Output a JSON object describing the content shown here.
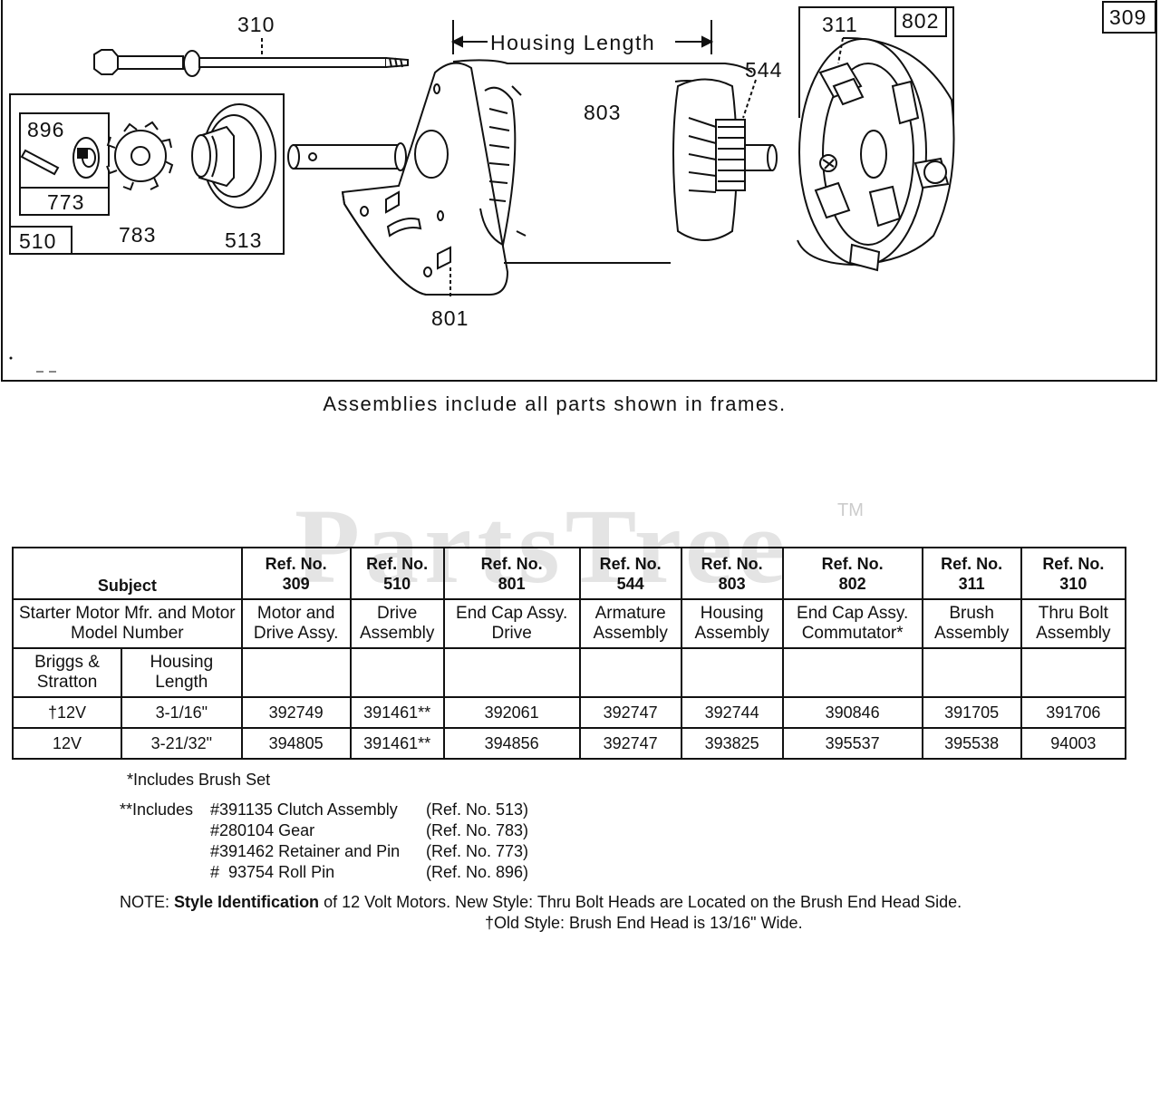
{
  "diagram": {
    "page_ref": "309",
    "housing_length_label": "Housing Length",
    "labels": {
      "thru_bolt": "310",
      "brush": "311",
      "end_cap_commutator": "802",
      "armature": "544",
      "housing": "803",
      "end_cap_drive": "801",
      "roll_pin": "896",
      "retainer_pin": "773",
      "drive_assembly": "510",
      "gear": "783",
      "clutch": "513"
    },
    "caption": "Assemblies include all parts shown in frames."
  },
  "watermark": {
    "text": "PartsTree",
    "tm": "TM"
  },
  "table": {
    "subject_header": "Subject",
    "subject_desc": "Starter Motor Mfr. and Motor Model Number",
    "sub_col1": "Briggs & Stratton",
    "sub_col2": "Housing Length",
    "columns": [
      {
        "ref": "Ref. No.",
        "num": "309",
        "desc": "Motor and Drive Assy."
      },
      {
        "ref": "Ref. No.",
        "num": "510",
        "desc": "Drive Assembly"
      },
      {
        "ref": "Ref. No.",
        "num": "801",
        "desc": "End Cap Assy. Drive"
      },
      {
        "ref": "Ref. No.",
        "num": "544",
        "desc": "Armature Assembly"
      },
      {
        "ref": "Ref. No.",
        "num": "803",
        "desc": "Housing Assembly"
      },
      {
        "ref": "Ref. No.",
        "num": "802",
        "desc": "End Cap Assy. Commutator*"
      },
      {
        "ref": "Ref. No.",
        "num": "311",
        "desc": "Brush Assembly"
      },
      {
        "ref": "Ref. No.",
        "num": "310",
        "desc": "Thru Bolt Assembly"
      }
    ],
    "rows": [
      {
        "voltage": "†12V",
        "length": "3-1/16\"",
        "values": [
          "392749",
          "391461**",
          "392061",
          "392747",
          "392744",
          "390846",
          "391705",
          "391706"
        ]
      },
      {
        "voltage": "12V",
        "length": "3-21/32\"",
        "values": [
          "394805",
          "391461**",
          "394856",
          "392747",
          "393825",
          "395537",
          "395538",
          "94003"
        ]
      }
    ]
  },
  "notes": {
    "brush_set": "*Includes Brush Set",
    "includes_prefix": "**Includes",
    "items": [
      {
        "part": "#391135 Clutch Assembly",
        "ref": "(Ref. No. 513)"
      },
      {
        "part": "#280104 Gear",
        "ref": "(Ref. No. 783)"
      },
      {
        "part": "#391462 Retainer and Pin",
        "ref": "(Ref. No. 773)"
      },
      {
        "part": "#  93754 Roll Pin",
        "ref": "(Ref. No. 896)"
      }
    ],
    "note_label": "NOTE:",
    "style_id_bold": "Style Identification",
    "style_id_rest": "of 12 Volt Motors. New Style: Thru Bolt Heads are Located on the Brush End Head Side.",
    "old_style": "†Old Style: Brush End Head is 13/16\" Wide."
  }
}
